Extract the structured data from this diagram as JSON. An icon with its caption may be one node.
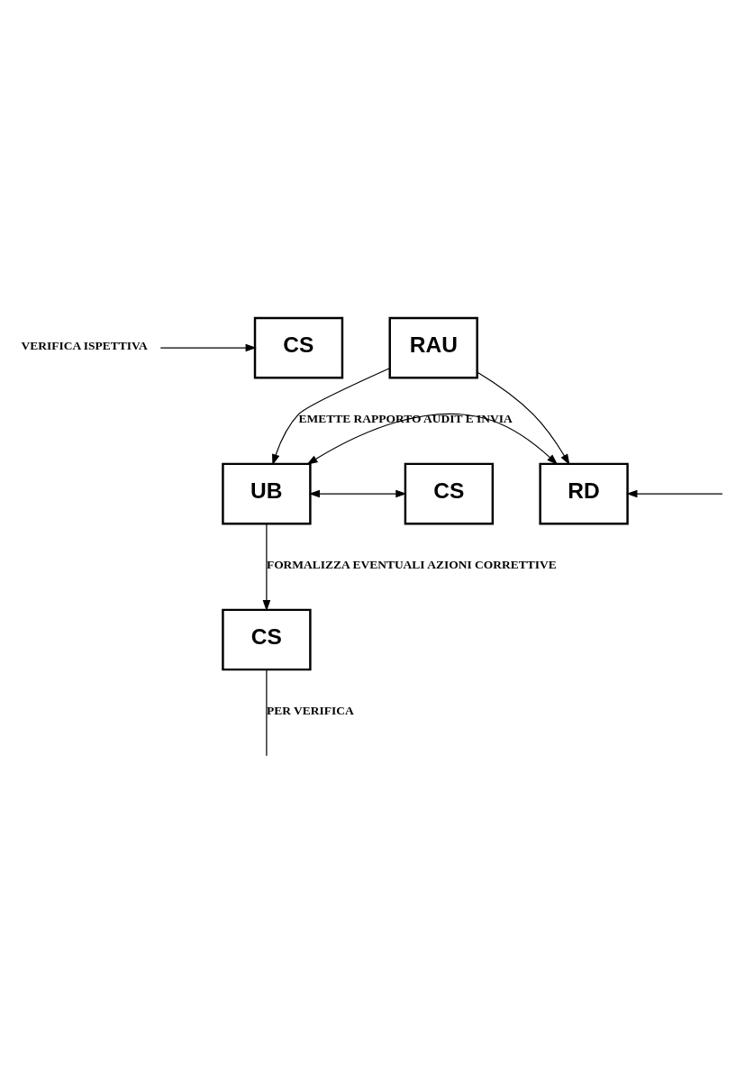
{
  "diagram": {
    "nodes": [
      {
        "text": [
          "VERIFICA ISPETTIVA"
        ]
      },
      {
        "text": [
          "CS"
        ]
      },
      {
        "text": [
          "RAU"
        ]
      },
      {
        "text": [
          "UB"
        ]
      },
      {
        "text": [
          "RD"
        ]
      },
      {
        "text": [
          "CS"
        ]
      },
      {
        "text": [
          "CS"
        ]
      }
    ],
    "edges": [
      {
        "from": 0,
        "to": 1,
        "arrow": "to"
      },
      {
        "from": 2,
        "to": 3,
        "arrow": "to",
        "label": "EMETTE RAPPORTO AUDIT E INVIA"
      },
      {
        "from": 2,
        "to": 4,
        "arrow": "to"
      },
      {
        "from": 3,
        "to": 4,
        "arrow": "both"
      },
      {
        "from": 3,
        "to": 5,
        "arrow": "both"
      },
      {
        "from": null,
        "to": 4,
        "arrow": "to"
      },
      {
        "from": 3,
        "to": 6,
        "arrow": "to",
        "label": "FORMALIZZA EVENTUALI AZIONI CORRETTIVE"
      },
      {
        "from": 6,
        "to": null,
        "arrow": "none",
        "label": "PER VERIFICA"
      }
    ]
  }
}
